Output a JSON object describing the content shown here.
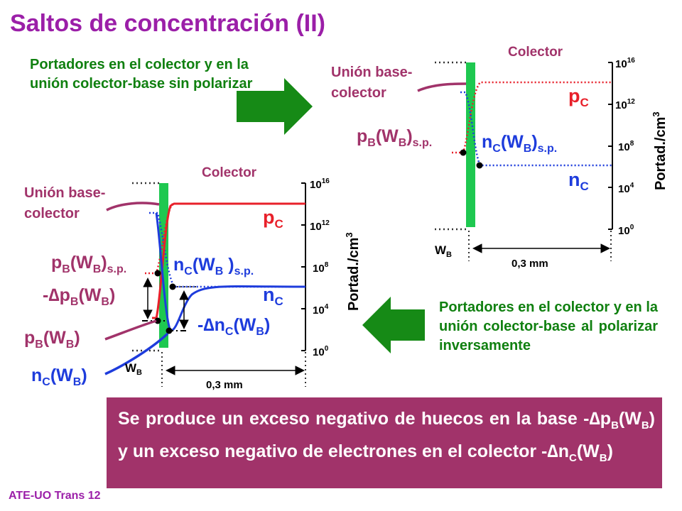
{
  "title": "Saltos de concentración (II)",
  "caption_top": "Portadores en el colector y en la unión colector-base sin polarizar",
  "caption_bottom": "Portadores en el colector y en la unión colector-base al polarizar inversamente",
  "summary": {
    "part1": "Se produce un exceso negativo de huecos en la base -",
    "delta1": "∆",
    "p": "p",
    "sub_b": "B",
    "wb1": "(W",
    "close1": ")",
    "part2": " y un exceso negativo de electrones en el colector -",
    "delta2": "∆",
    "n": "n",
    "sub_c": "C",
    "wb2": "(W",
    "close2": ")"
  },
  "footer": "ATE-UO Trans 12",
  "diagram_top": {
    "colector": "Colector",
    "union_line1": "Unión base-",
    "union_line2": "colector",
    "pc": "p",
    "pc_sub": "C",
    "nc": "n",
    "nc_sub": "C",
    "pb_sp": "p",
    "pb_sp_sub": "B",
    "pb_sp_mid": "(W",
    "pb_sp_sub2": "B",
    "pb_sp_end": ")",
    "pb_sp_tail": "s.p.",
    "nc_sp": "n",
    "nc_sp_sub": "C",
    "nc_sp_mid": "(W",
    "nc_sp_sub2": "B",
    "nc_sp_end": ")",
    "nc_sp_tail": "s.p.",
    "wb": "W",
    "wb_sub": "B",
    "dist": "0,3 mm",
    "axis_label": "Portad./cm",
    "axis_exp": "3",
    "ticks": [
      {
        "base": "10",
        "exp": "16"
      },
      {
        "base": "10",
        "exp": "12"
      },
      {
        "base": "10",
        "exp": "8"
      },
      {
        "base": "10",
        "exp": "4"
      },
      {
        "base": "10",
        "exp": "0"
      }
    ]
  },
  "diagram_bottom": {
    "colector": "Colector",
    "union_line1": "Unión base-",
    "union_line2": "colector",
    "pc": "p",
    "pc_sub": "C",
    "nc": "n",
    "nc_sub": "C",
    "pb_sp": "p",
    "pb_sp_sub": "B",
    "pb_sp_mid": "(W",
    "pb_sp_sub2": "B",
    "pb_sp_end": ")",
    "pb_sp_tail": "s.p.",
    "nc_sp": "n",
    "nc_sp_sub": "C",
    "nc_sp_mid": "(W",
    "nc_sp_sub2": "B",
    "nc_sp_end": " )",
    "nc_sp_tail": "s.p.",
    "dpb": "-∆p",
    "dpb_sub": "B",
    "dpb_mid": "(W",
    "dpb_sub2": "B",
    "dpb_end": ")",
    "dnc": "-∆n",
    "dnc_sub": "C",
    "dnc_mid": "(W",
    "dnc_sub2": "B",
    "dnc_end": ")",
    "pb": "p",
    "pb_sub": "B",
    "pb_mid": "(W",
    "pb_sub2": "B",
    "pb_end": ")",
    "ncw": "n",
    "ncw_sub": "C",
    "ncw_mid": "(W",
    "ncw_sub2": "B",
    "ncw_end": ")",
    "wb": "W",
    "wb_sub": "B",
    "dist": "0,3 mm",
    "axis_label": "Portad./cm",
    "axis_exp": "3",
    "ticks": [
      {
        "base": "10",
        "exp": "16"
      },
      {
        "base": "10",
        "exp": "12"
      },
      {
        "base": "10",
        "exp": "8"
      },
      {
        "base": "10",
        "exp": "4"
      },
      {
        "base": "10",
        "exp": "0"
      }
    ]
  },
  "colors": {
    "title": "#9b1fa8",
    "caption": "#108010",
    "band": "#1ec850",
    "holes": "#e8202a",
    "electrons": "#1e3cdc",
    "maroon": "#a1336a",
    "arrow": "#168a16"
  }
}
